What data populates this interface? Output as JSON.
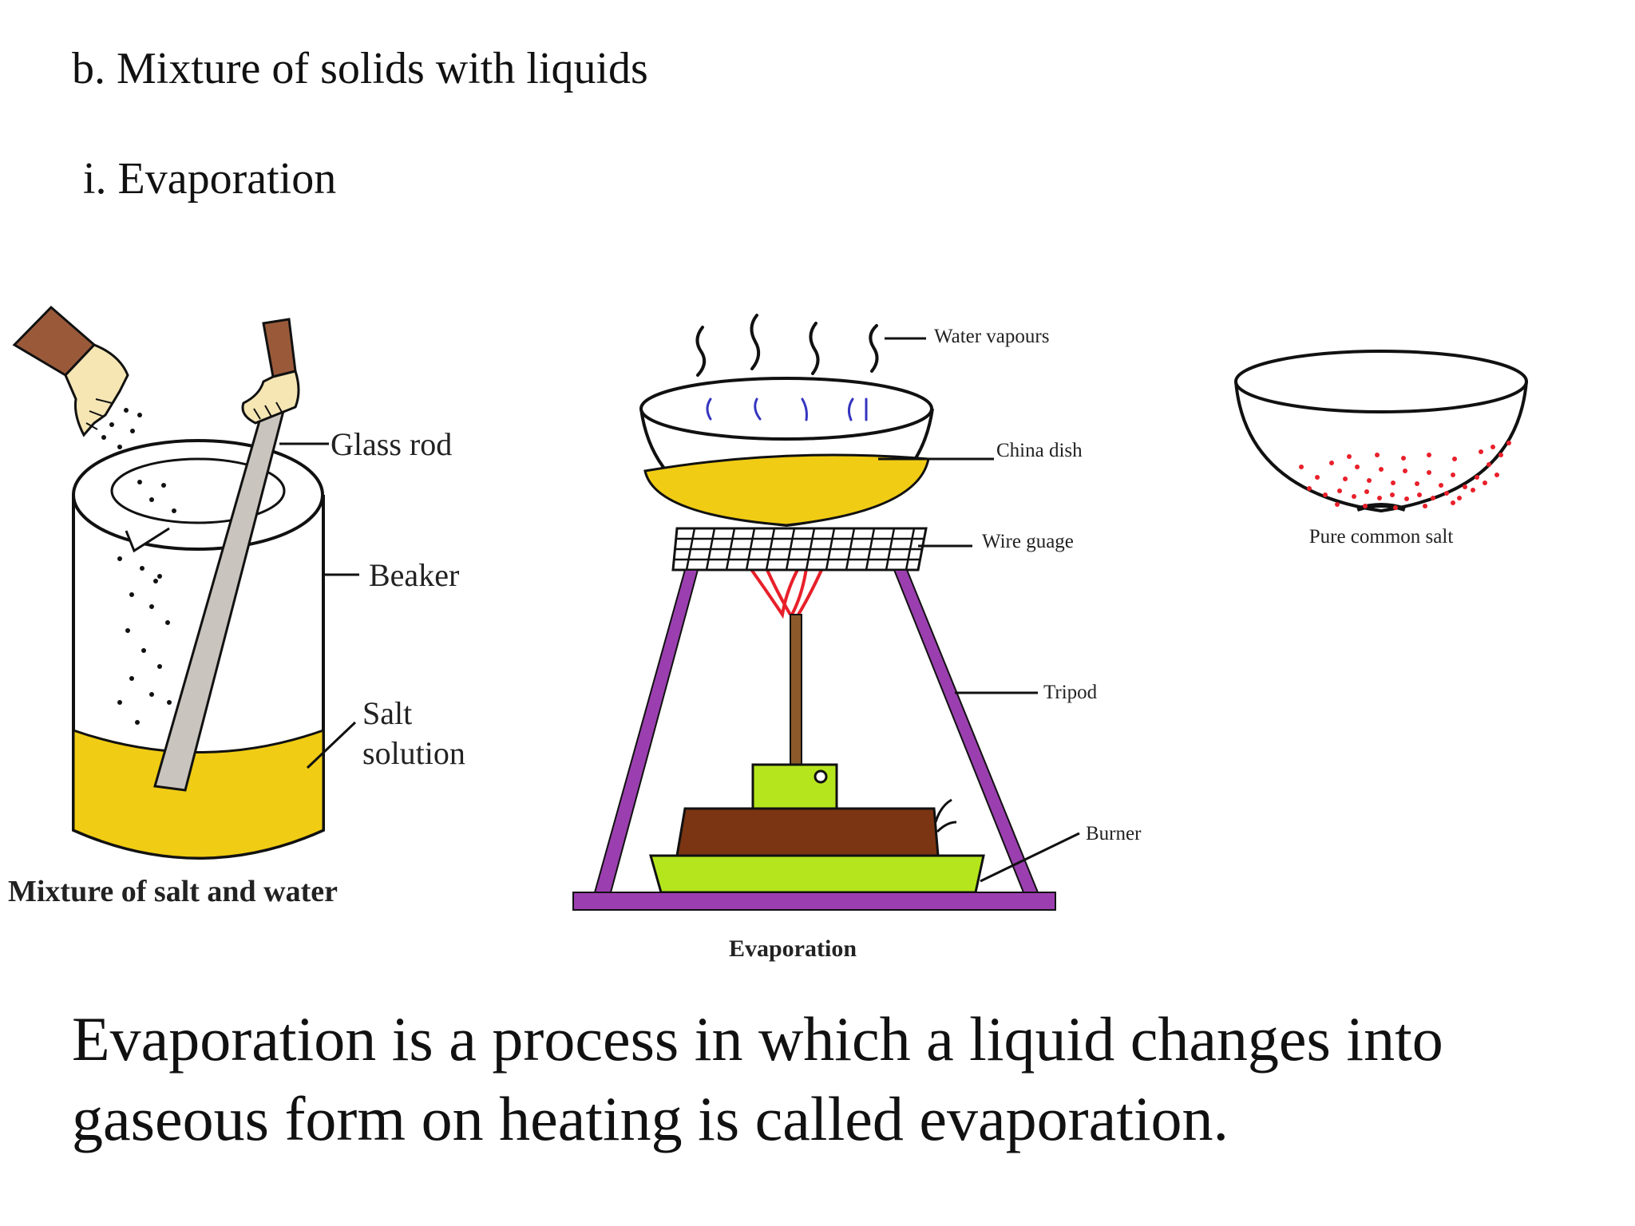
{
  "slide": {
    "heading": "b. Mixture of solids with liquids",
    "subheading": "i. Evaporation",
    "definition": "Evaporation is a process in which a liquid changes into gaseous form on heating is called evaporation."
  },
  "panel_mixture": {
    "labels": {
      "glass_rod": "Glass rod",
      "beaker": "Beaker",
      "salt_solution_line1": "Salt",
      "salt_solution_line2": "solution"
    },
    "caption": "Mixture of salt and water"
  },
  "panel_evaporation": {
    "labels": {
      "water_vapours": "Water vapours",
      "china_dish": "China dish",
      "wire_gauge": "Wire guage",
      "tripod": "Tripod",
      "burner": "Burner"
    },
    "caption": "Evaporation"
  },
  "panel_result": {
    "caption": "Pure common salt"
  },
  "colors": {
    "solution": "#f0cc14",
    "glove": "#f5e6b4",
    "sleeve": "#9a5a3a",
    "tripod": "#9b3fb0",
    "flame": "#e8202a",
    "burner_base": "#b5e61d",
    "burner_body": "#7b3512",
    "vapour_in_dish": "#3535c0",
    "salt_crystals": "#e8202a"
  }
}
